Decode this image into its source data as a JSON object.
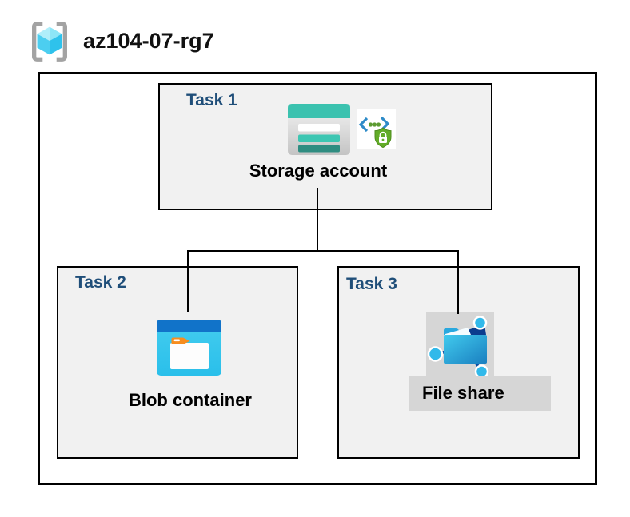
{
  "header": {
    "resource_group_name": "az104-07-rg7"
  },
  "tasks": [
    {
      "label": "Task 1",
      "item": "Storage account",
      "icon": "storage-account-icon",
      "badge_icon": "code-security-badge-icon"
    },
    {
      "label": "Task 2",
      "item": "Blob container",
      "icon": "blob-container-icon"
    },
    {
      "label": "Task 3",
      "item": "File share",
      "icon": "file-share-icon"
    }
  ],
  "icons": {
    "resource_group": "resource-group-icon",
    "storage_account": "storage-account-icon",
    "secure_access_badge": "code-security-badge-icon",
    "blob_container": "blob-container-icon",
    "file_share": "file-share-icon"
  },
  "colors": {
    "task_label": "#1F4E79",
    "box_fill": "#F1F1F1",
    "box_border": "#000000",
    "connector": "#000000",
    "storage_teal": "#3BC2AF",
    "storage_teal_dark": "#2F8D81",
    "blob_top_blue": "#1173C9",
    "blob_body_cyan": "#35C8EF",
    "folder_tab_orange": "#F78D1E",
    "fileshare_node_cyan": "#31B9EA",
    "fileshare_navy": "#0B3C8E",
    "badge_bracket_blue": "#2E8BC8",
    "badge_green": "#5C9B31",
    "highlight_gray": "#D6D6D6",
    "rg_cube_cyan": "#4CCEF0",
    "rg_bracket_gray": "#A3A3A3"
  }
}
